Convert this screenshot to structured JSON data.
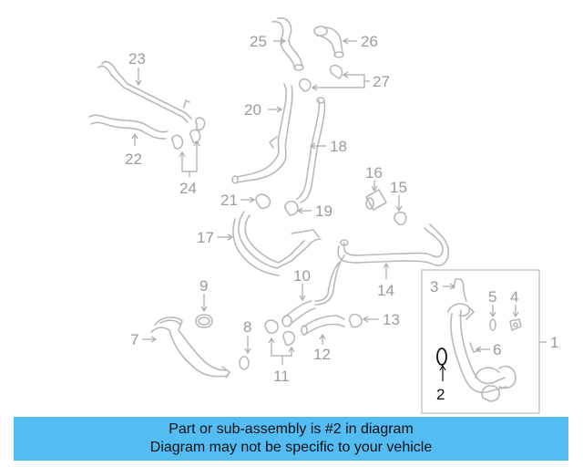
{
  "callouts": [
    {
      "id": "1",
      "text": "1",
      "highlight": false
    },
    {
      "id": "2",
      "text": "2",
      "highlight": true
    },
    {
      "id": "3",
      "text": "3",
      "highlight": false
    },
    {
      "id": "4",
      "text": "4",
      "highlight": false
    },
    {
      "id": "5",
      "text": "5",
      "highlight": false
    },
    {
      "id": "6",
      "text": "6",
      "highlight": false
    },
    {
      "id": "7",
      "text": "7",
      "highlight": false
    },
    {
      "id": "8",
      "text": "8",
      "highlight": false
    },
    {
      "id": "9",
      "text": "9",
      "highlight": false
    },
    {
      "id": "10",
      "text": "10",
      "highlight": false
    },
    {
      "id": "11",
      "text": "11",
      "highlight": false
    },
    {
      "id": "12",
      "text": "12",
      "highlight": false
    },
    {
      "id": "13",
      "text": "13",
      "highlight": false
    },
    {
      "id": "14",
      "text": "14",
      "highlight": false
    },
    {
      "id": "15",
      "text": "15",
      "highlight": false
    },
    {
      "id": "16",
      "text": "16",
      "highlight": false
    },
    {
      "id": "17",
      "text": "17",
      "highlight": false
    },
    {
      "id": "18",
      "text": "18",
      "highlight": false
    },
    {
      "id": "19",
      "text": "19",
      "highlight": false
    },
    {
      "id": "20",
      "text": "20",
      "highlight": false
    },
    {
      "id": "21",
      "text": "21",
      "highlight": false
    },
    {
      "id": "22",
      "text": "22",
      "highlight": false
    },
    {
      "id": "23",
      "text": "23",
      "highlight": false
    },
    {
      "id": "24",
      "text": "24",
      "highlight": false
    },
    {
      "id": "25",
      "text": "25",
      "highlight": false
    },
    {
      "id": "26",
      "text": "26",
      "highlight": false
    },
    {
      "id": "27",
      "text": "27",
      "highlight": false
    }
  ],
  "banner": {
    "line1": "Part or sub-assembly is #2 in diagram",
    "line2": "Diagram may not be specific to your vehicle",
    "color": "#53bdf3"
  },
  "colors": {
    "part": "#b9b9b9",
    "label": "#9b9b9b",
    "highlight": "#111111"
  }
}
